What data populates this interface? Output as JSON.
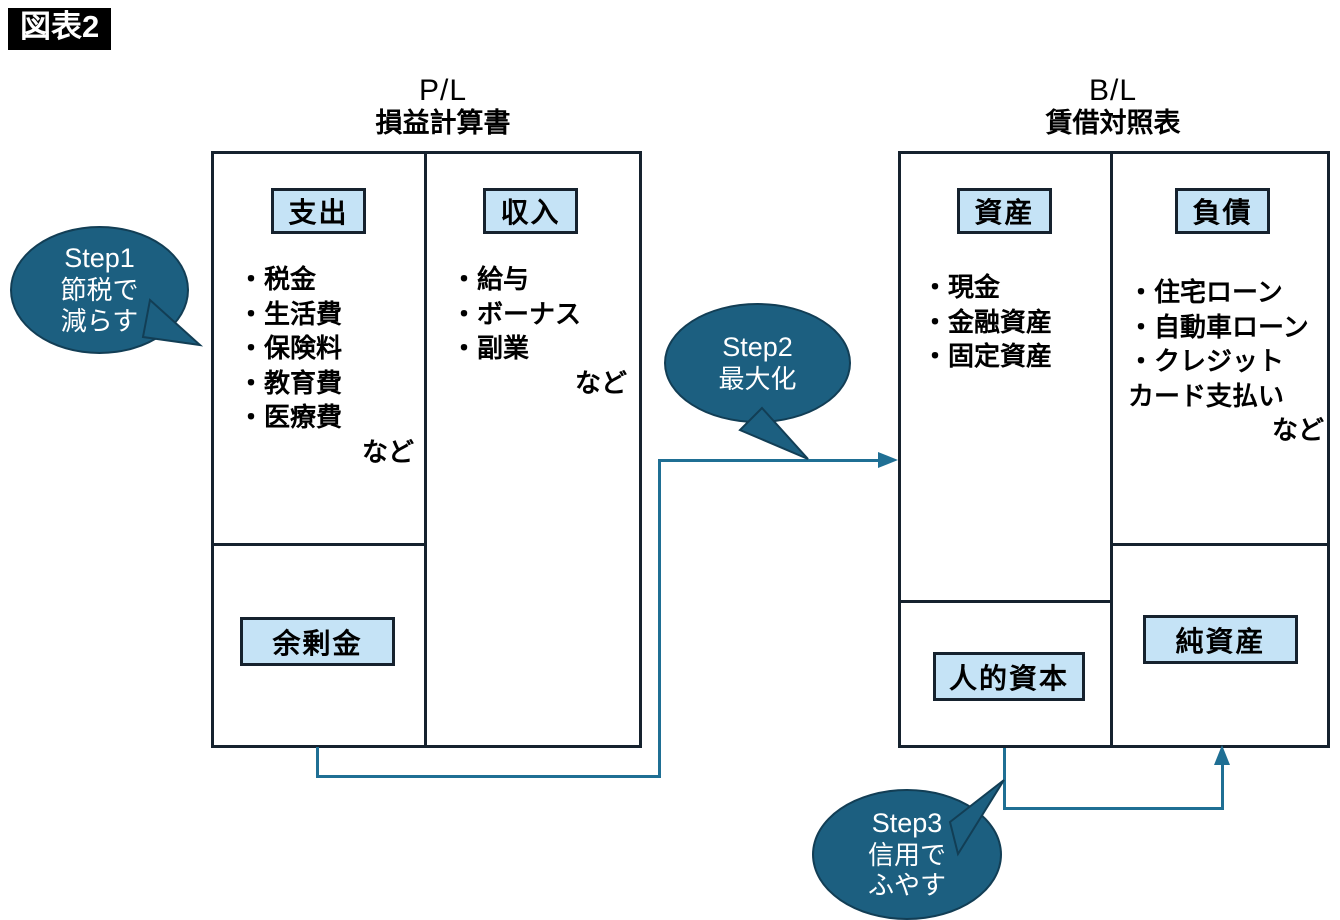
{
  "figure": {
    "badge": "図表2"
  },
  "statements": {
    "pl": {
      "abbr": "P/L",
      "name": "損益計算書",
      "left": {
        "caption": "支出",
        "items": [
          "・税金",
          "・生活費",
          "・保険料",
          "・教育費",
          "・医療費"
        ],
        "etc": "など",
        "bottom_caption": "余剰金"
      },
      "right": {
        "caption": "収入",
        "items": [
          "・給与",
          "・ボーナス",
          "・副業"
        ],
        "etc": "など"
      }
    },
    "bl": {
      "abbr": "B/L",
      "name": "賃借対照表",
      "left": {
        "caption": "資産",
        "items": [
          "・現金",
          "・金融資産",
          "・固定資産"
        ],
        "bottom_caption": "人的資本"
      },
      "right": {
        "caption": "負債",
        "items": [
          "・住宅ローン",
          "・自動車ローン",
          "・クレジット"
        ],
        "continuation": "カード支払い",
        "etc": "など",
        "bottom_caption": "純資産"
      }
    }
  },
  "steps": [
    {
      "id": "step1",
      "label": "Step1",
      "line2": "節税で",
      "line3": "減らす"
    },
    {
      "id": "step2",
      "label": "Step2",
      "line2": "最大化",
      "line3": ""
    },
    {
      "id": "step3",
      "label": "Step3",
      "line2": "信用で",
      "line3": "ふやす"
    }
  ],
  "colors": {
    "bubble_fill": "#1c5f80",
    "caption_fill": "#c5e3f6",
    "border_dark": "#16222e",
    "connector": "#1f6f94",
    "badge_bg": "#000000"
  }
}
